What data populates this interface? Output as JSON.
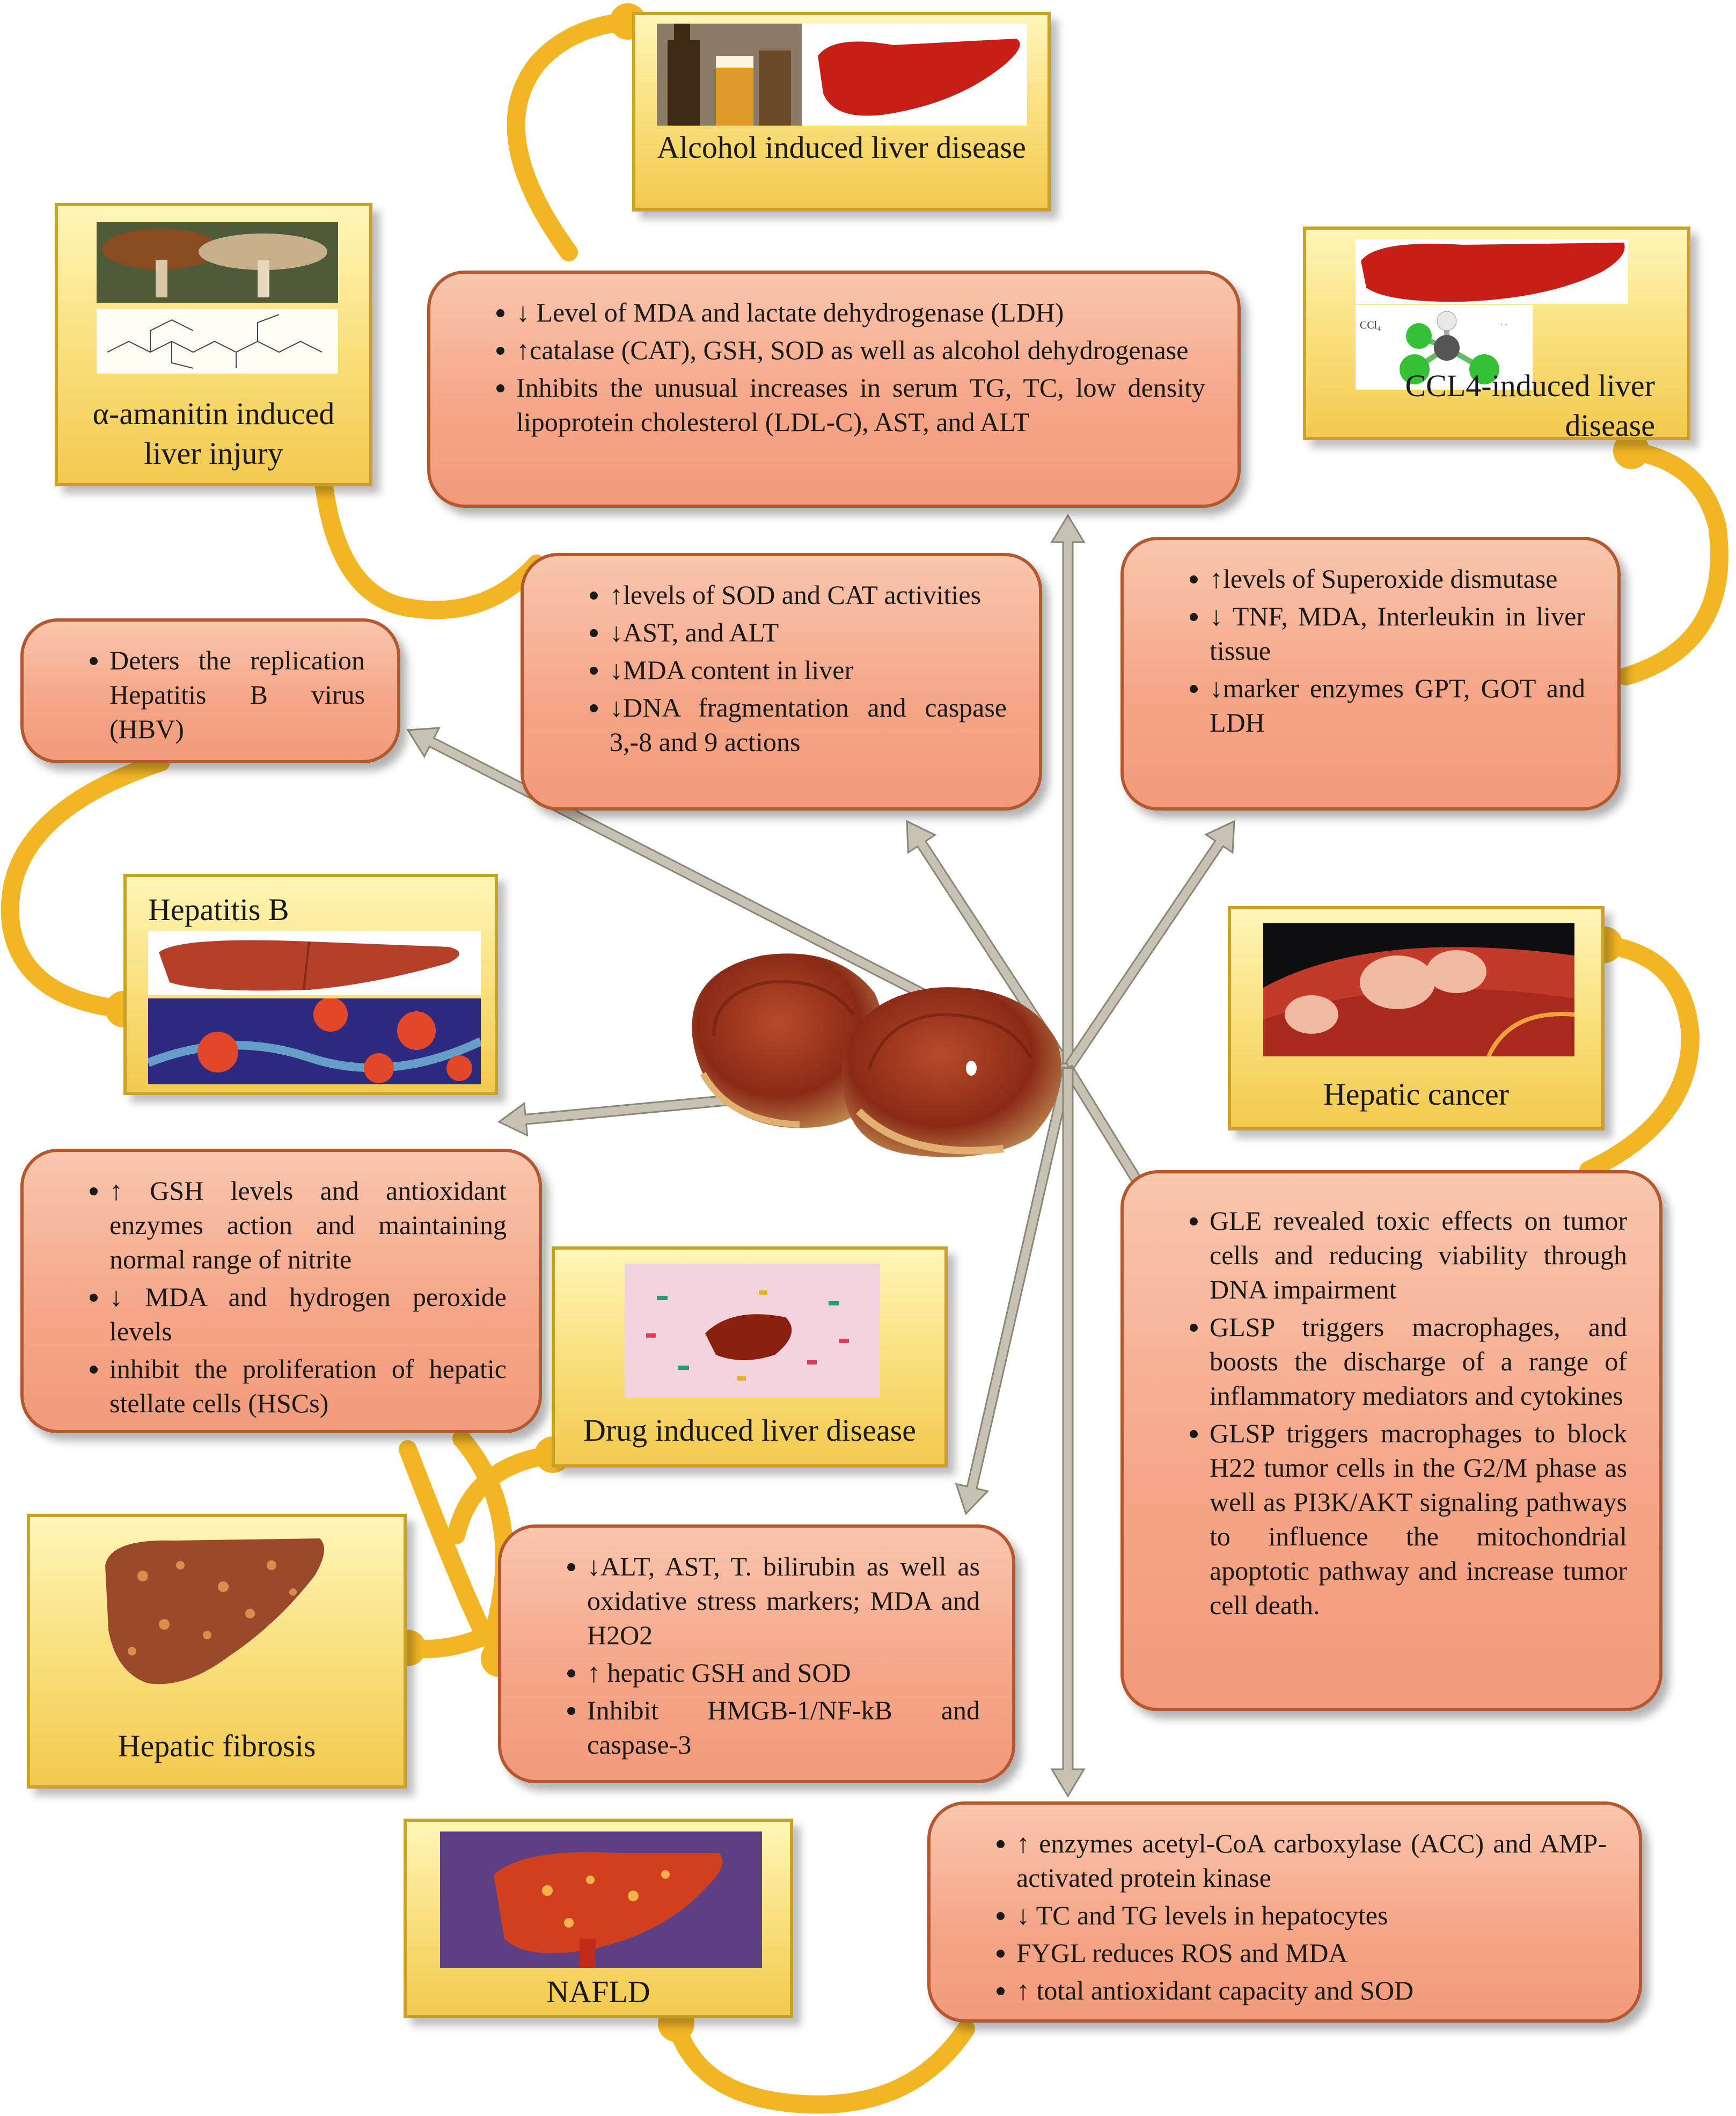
{
  "diseases": {
    "alcohol": "Alcohol induced liver disease",
    "amanitin": "α-amanitin induced liver injury",
    "ccl4": "CCL4-induced liver disease",
    "ccl4_formula": "CCl₄",
    "hepatitis_b": "Hepatitis B",
    "hepatic_cancer": "Hepatic cancer",
    "drug": "Drug induced liver disease",
    "fibrosis": "Hepatic fibrosis",
    "nafld": "NAFLD"
  },
  "effects": {
    "alcohol": [
      "↓ Level of MDA and lactate dehydrogenase (LDH)",
      "↑catalase (CAT), GSH, SOD as well as alcohol dehydrogenase",
      "Inhibits the unusual increases in serum TG, TC, low density lipoprotein cholesterol (LDL-C), AST, and ALT"
    ],
    "amanitin": [
      "↑levels of SOD and CAT activities",
      "↓AST, and ALT",
      "↓MDA content in liver",
      "↓DNA fragmentation and caspase 3,-8 and 9 actions"
    ],
    "ccl4": [
      "↑levels of Superoxide dismutase",
      "↓ TNF, MDA, Interleukin in liver tissue",
      "↓marker enzymes GPT, GOT and LDH"
    ],
    "hepatitis_b": [
      "Deters the replication Hepatitis B virus (HBV)"
    ],
    "fibrosis": [
      "↑ GSH levels and antioxidant enzymes action and maintaining normal range of nitrite",
      "↓ MDA and hydrogen peroxide levels",
      "inhibit the proliferation of hepatic stellate cells (HSCs)"
    ],
    "cancer": [
      "GLE revealed toxic effects on tumor cells and reducing viability through DNA impairment",
      "GLSP triggers macrophages, and boosts the discharge of a range of inflammatory mediators and cytokines",
      "GLSP triggers macrophages to block H22 tumor cells in the G2/M phase as well as PI3K/AKT signaling pathways to influence the mitochondrial apoptotic pathway and increase tumor cell death."
    ],
    "drug": [
      "↓ALT, AST, T. bilirubin as well as oxidative stress markers; MDA and H2O2",
      "↑ hepatic GSH and SOD",
      "Inhibit HMGB-1/NF-kB and caspase-3"
    ],
    "nafld": [
      "↑ enzymes acetyl-CoA carboxylase (ACC) and AMP-activated protein kinase",
      "↓ TC and TG levels in hepatocytes",
      "FYGL reduces ROS and MDA",
      "↑ total antioxidant capacity and SOD"
    ]
  },
  "colors": {
    "disease_fill": "#f9de79",
    "disease_border": "#c9a227",
    "effect_fill": "#f6a789",
    "effect_border": "#b4592f",
    "curved_arrow": "#f2b625",
    "straight_arrow": "#c8c2b4"
  }
}
